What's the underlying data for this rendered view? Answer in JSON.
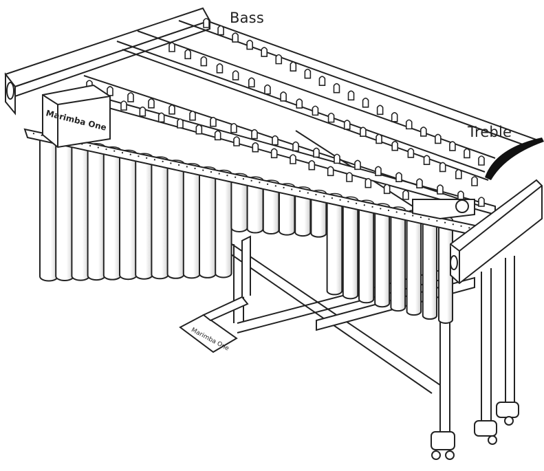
{
  "labels": {
    "bass": "Bass",
    "treble": "Treble"
  },
  "brand": {
    "end_block_text": "Marimba One",
    "pedal_text": "Marimba One"
  },
  "counts": {
    "resonator_tubes": 26,
    "bass_rail_posts": 20,
    "treble_rail_posts": 20
  },
  "colors": {
    "line": "#222222",
    "fill": "#ffffff",
    "tube_shadow": "#d9d9d9",
    "arrow": "#111111"
  }
}
